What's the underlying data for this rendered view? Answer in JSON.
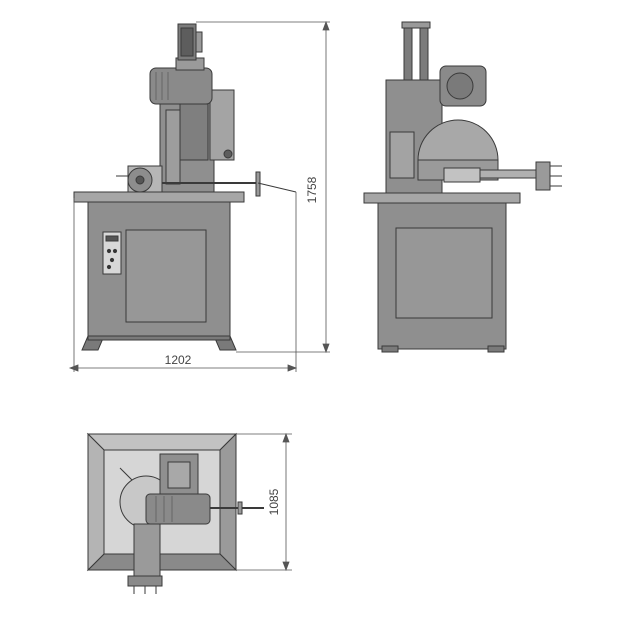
{
  "dimensions": {
    "width": "1202",
    "height": "1758",
    "depth": "1085"
  },
  "colors": {
    "machine_body": "#8f8f8f",
    "machine_dark": "#6d6d6d",
    "machine_light": "#b4b4b4",
    "outline": "#3a3a3a",
    "dimension_line": "#555555"
  }
}
